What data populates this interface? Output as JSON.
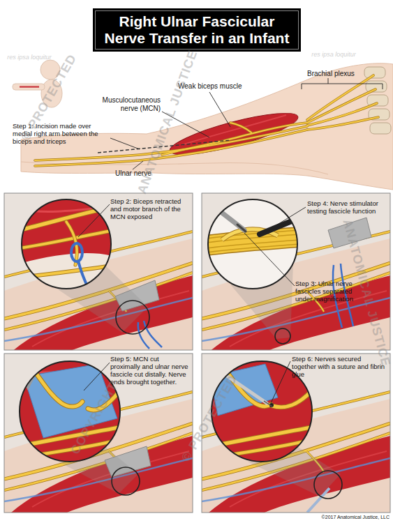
{
  "diagram": {
    "title": "Right Ulnar Fascicular Nerve Transfer in an Infant",
    "labels": [
      "Brachial plexus",
      "Weak biceps muscle",
      "Musculocutaneous nerve (MCN)",
      "Step 1: Incision made over medial right arm between the biceps and triceps",
      "Ulnar nerve",
      "Step 2: Biceps retracted and motor branch of the MCN exposed",
      "Step 4: Nerve stimulator testing fascicle function",
      "Step 3: Ulnar nerve fascicles separated under magnification",
      "Step 5: MCN cut proximally and ulnar nerve fascicle cut distally. Nerve ends brought together.",
      "Step 6: Nerves secured together with a suture and fibrin glue",
      "© PROTECTED",
      "ANATOMICAL JUSTICE",
      "res ipsa loquitur",
      "© PROTECTED",
      "ANATOMICAL JUSTICE",
      "res ipsa loquitur",
      "COPYRIGHT",
      "©2017 Anatomical Justice, LLC"
    ]
  }
}
